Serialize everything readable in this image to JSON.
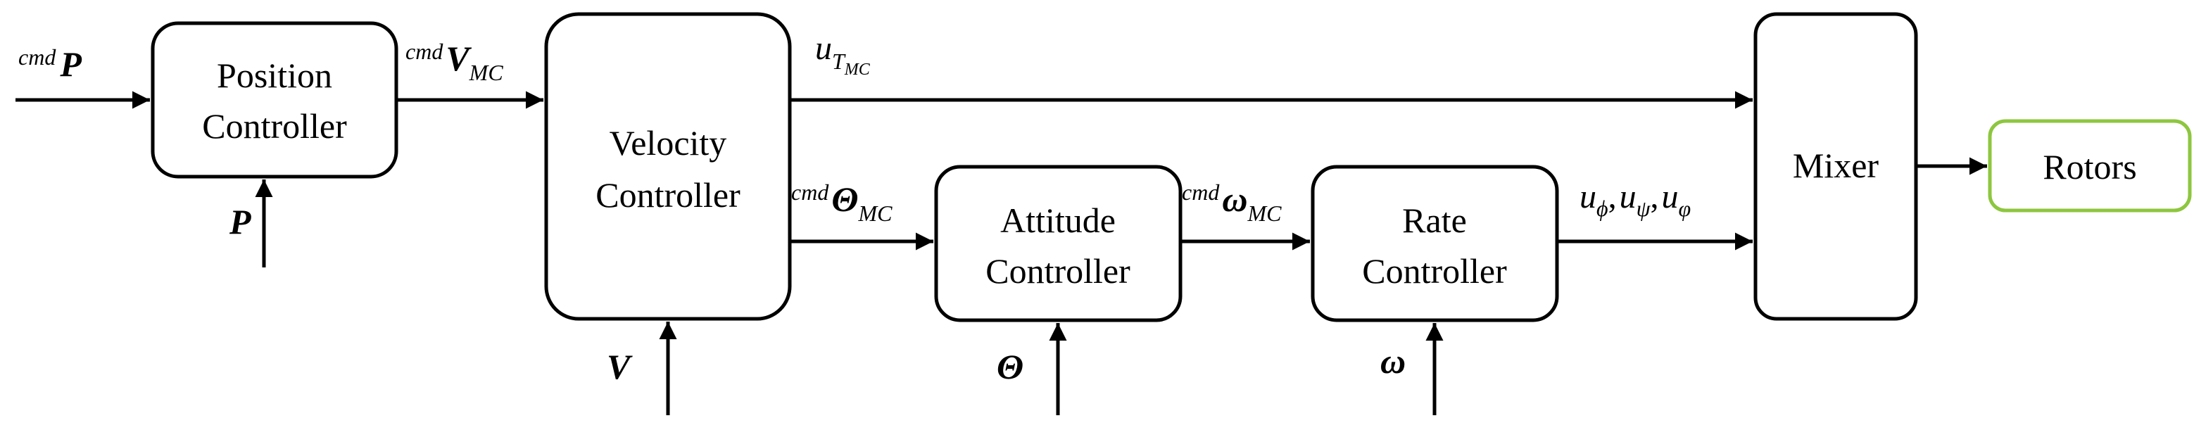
{
  "blocks": {
    "position_line1": "Position",
    "position_line2": "Controller",
    "velocity_line1": "Velocity",
    "velocity_line2": "Controller",
    "attitude_line1": "Attitude",
    "attitude_line2": "Controller",
    "rate_line1": "Rate",
    "rate_line2": "Controller",
    "mixer": "Mixer",
    "rotors": "Rotors"
  },
  "signals": {
    "cmd_p_pre": "cmd",
    "cmd_p_sym": "P",
    "p_feedback": "P",
    "cmd_v_pre": "cmd",
    "cmd_v_sym": "V",
    "cmd_v_sub": "MC",
    "v_feedback": "V",
    "u_t_sym": "u",
    "u_t_sub": "T",
    "u_t_subsub": "MC",
    "cmd_theta_pre": "cmd",
    "cmd_theta_sym": "Θ",
    "cmd_theta_sub": "MC",
    "theta_feedback": "Θ",
    "cmd_omega_pre": "cmd",
    "cmd_omega_sym": "ω",
    "cmd_omega_sub": "MC",
    "omega_feedback": "ω",
    "u_att_u1": "u",
    "u_att_s1": "ϕ",
    "u_att_sep1": ",",
    "u_att_u2": "u",
    "u_att_s2": "ψ",
    "u_att_sep2": ",",
    "u_att_u3": "u",
    "u_att_s3": "φ"
  },
  "colors": {
    "stroke": "#000000",
    "rotors_border": "#8dc63f"
  }
}
